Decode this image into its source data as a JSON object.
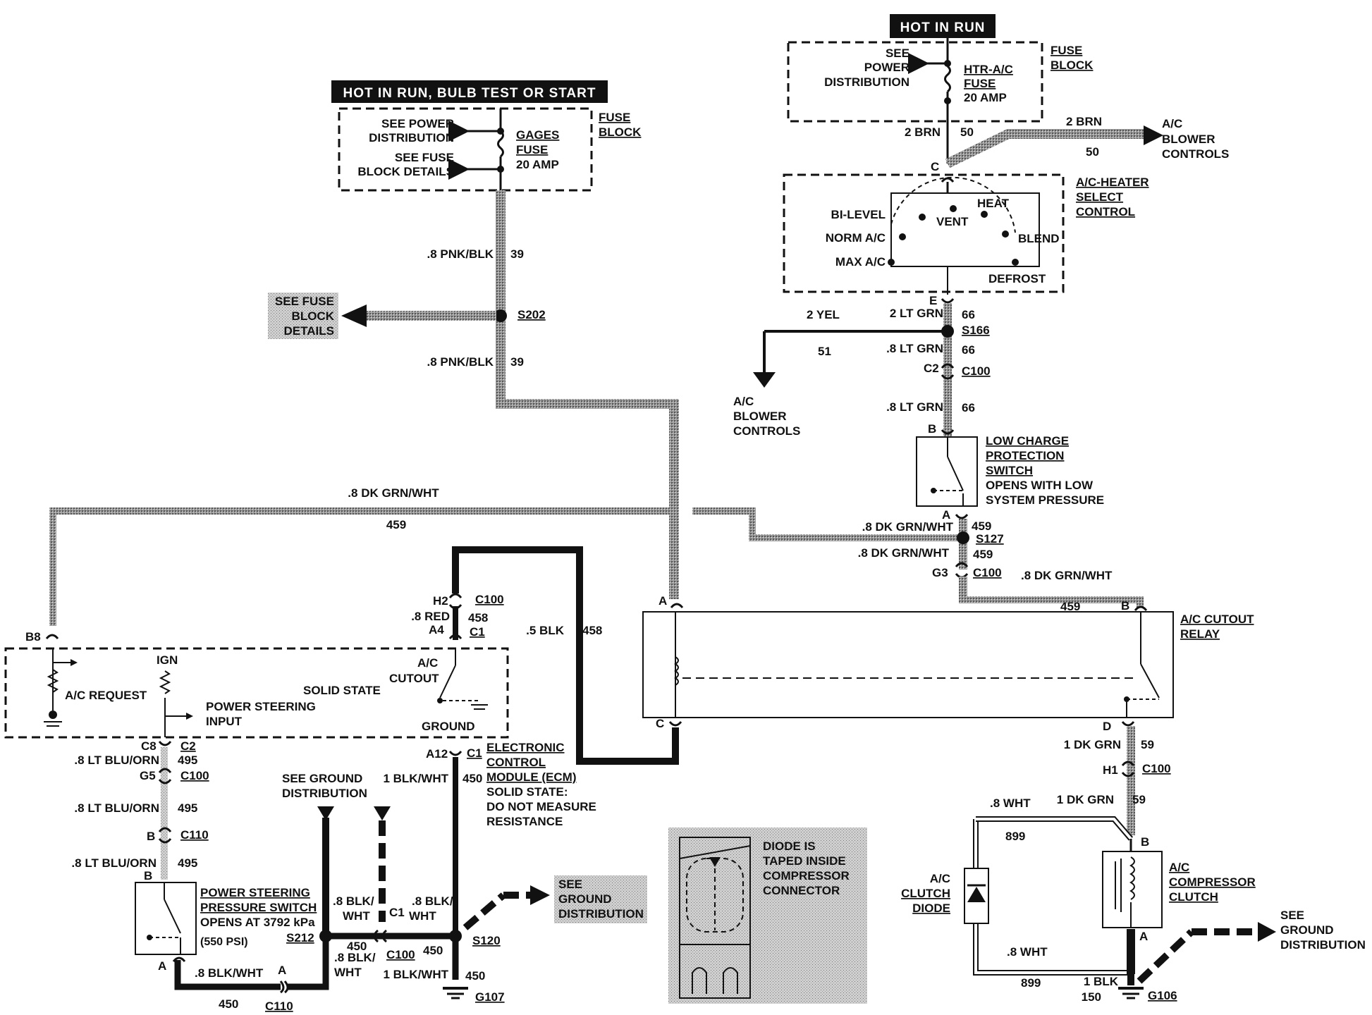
{
  "banners": {
    "left": "HOT IN RUN, BULB TEST OR START",
    "right": "HOT IN RUN"
  },
  "fuse_left": {
    "see_power": [
      "SEE POWER",
      "DISTRIBUTION"
    ],
    "see_fuse": [
      "SEE FUSE",
      "BLOCK DETAILS"
    ],
    "fuse_name": [
      "GAGES",
      "FUSE",
      "20 AMP"
    ],
    "block": [
      "FUSE",
      "BLOCK"
    ]
  },
  "fuse_right": {
    "see_power": [
      "SEE",
      "POWER",
      "DISTRIBUTION"
    ],
    "fuse_name": [
      "HTR-A/C",
      "FUSE",
      "20 AMP"
    ],
    "block": [
      "FUSE",
      "BLOCK"
    ]
  },
  "selector": {
    "title": [
      "A/C-HEATER",
      "SELECT",
      "CONTROL"
    ],
    "positions": [
      "BI-LEVEL",
      "NORM A/C",
      "MAX A/C",
      "VENT",
      "HEAT",
      "BLEND",
      "DEFROST"
    ]
  },
  "blower_right": [
    "A/C",
    "BLOWER",
    "CONTROLS"
  ],
  "blower_down": [
    "A/C",
    "BLOWER",
    "CONTROLS"
  ],
  "see_fuse_details": [
    "SEE FUSE",
    "BLOCK",
    "DETAILS"
  ],
  "low_charge": [
    "LOW CHARGE",
    "PROTECTION",
    "SWITCH",
    "OPENS WITH LOW",
    "SYSTEM PRESSURE"
  ],
  "relay": [
    "A/C CUTOUT",
    "RELAY"
  ],
  "ecm": {
    "labels": [
      "A/C REQUEST",
      "IGN",
      "POWER STEERING",
      "INPUT",
      "SOLID STATE",
      "A/C",
      "CUTOUT",
      "GROUND"
    ],
    "title": [
      "ELECTRONIC",
      "CONTROL",
      "MODULE (ECM)",
      "SOLID STATE:",
      "DO NOT MEASURE",
      "RESISTANCE"
    ]
  },
  "ps_switch": [
    "POWER STEERING",
    "PRESSURE SWITCH",
    "OPENS AT 3792 kPa",
    "(550 PSI)"
  ],
  "ground_dist": {
    "top": [
      "SEE GROUND",
      "DISTRIBUTION"
    ],
    "mid": [
      "SEE",
      "GROUND",
      "DISTRIBUTION"
    ],
    "right": [
      "SEE",
      "GROUND",
      "DISTRIBUTION"
    ]
  },
  "diode_note": [
    "DIODE IS",
    "TAPED INSIDE",
    "COMPRESSOR",
    "CONNECTOR"
  ],
  "clutch": [
    "A/C",
    "COMPRESSOR",
    "CLUTCH"
  ],
  "clutch_diode": [
    "A/C",
    "CLUTCH",
    "DIODE"
  ],
  "wires": {
    "pnk_blk_1": ".8 PNK/BLK",
    "c39_1": "39",
    "pnk_blk_2": ".8 PNK/BLK",
    "c39_2": "39",
    "brn_1": "2 BRN",
    "c50_1": "50",
    "brn_2": "2 BRN",
    "c50_2": "50",
    "yel": "2 YEL",
    "c51": "51",
    "ltgrn_2": "2 LT GRN",
    "c66_1": "66",
    "ltgrn_a": ".8 LT GRN",
    "c66_2": "66",
    "ltgrn_b": ".8 LT GRN",
    "c66_3": "66",
    "dkgrnwht_top": ".8 DK GRN/WHT",
    "c459_top": "459",
    "dkgrnwht_r1": ".8 DK GRN/WHT",
    "c459_r1": "459",
    "dkgrnwht_r2": ".8 DK GRN/WHT",
    "c459_r2": "459",
    "dkgrnwht_r3": ".8 DK GRN/WHT",
    "c459_r3": "459",
    "red": ".8 RED",
    "c458_1": "458",
    "blk5": ".5 BLK",
    "c458_2": "458",
    "dkgrn_1": "1 DK GRN",
    "c59_1": "59",
    "dkgrn_2": "1 DK GRN",
    "c59_2": "59",
    "wht_1": ".8 WHT",
    "c899_1": "899",
    "wht_2": ".8 WHT",
    "c899_2": "899",
    "blk1": "1 BLK",
    "c150": "150",
    "ltbluorn_1": ".8 LT BLU/ORN",
    "c495_1": "495",
    "ltbluorn_2": ".8 LT BLU/ORN",
    "c495_2": "495",
    "ltbluorn_3": ".8 LT BLU/ORN",
    "c495_3": "495",
    "blkwht_ecm": "1 BLK/WHT",
    "c450_ecm": "450",
    "blkwht_s212": [
      ".8 BLK/",
      "WHT"
    ],
    "blkwht_c1": [
      ".8 BLK/",
      "WHT"
    ],
    "blkwht_s212b": [
      ".8 BLK/",
      "WHT"
    ],
    "blkwht_c110": ".8 BLK/WHT",
    "c450_c110": "450",
    "blkwht_g107": "1 BLK/WHT",
    "c450_g107": "450",
    "c450_a": "450",
    "c450_b": "450"
  },
  "connectors": {
    "S202": "S202",
    "S166": "S166",
    "S127": "S127",
    "S120": "S120",
    "S212": "S212",
    "C100_a": "C100",
    "C100_b": "C100",
    "C100_c": "C100",
    "C100_d": "C100",
    "C100_e": "C100",
    "C100_f": "C100",
    "C1_a": "C1",
    "C1_b": "C1",
    "C1_c": "C1",
    "C2": "C2",
    "C110_a": "C110",
    "C110_b": "C110",
    "G107": "G107",
    "G106": "G106",
    "pin_C": "C",
    "pin_E": "E",
    "pin_C2": "C2",
    "pin_B_low": "B",
    "pin_A_low": "A",
    "pin_G3": "G3",
    "pin_B_relay": "B",
    "pin_A_relay": "A",
    "pin_C_relay": "C",
    "pin_D_relay": "D",
    "pin_H2": "H2",
    "pin_A4": "A4",
    "pin_B8": "B8",
    "pin_C8": "C8",
    "pin_G5": "G5",
    "pin_B_c110": "B",
    "pin_B_ps": "B",
    "pin_A_ps": "A",
    "pin_A_c110": "A",
    "pin_A12": "A12",
    "pin_H1": "H1",
    "pin_B_clutch": "B",
    "pin_A_clutch": "A"
  }
}
